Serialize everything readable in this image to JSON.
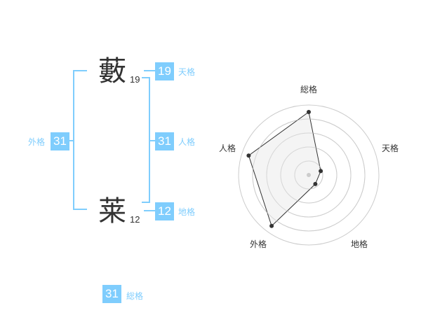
{
  "name": {
    "surname_char": "藪",
    "surname_strokes": "19",
    "given_char": "莱",
    "given_strokes": "12"
  },
  "fortunes": {
    "tenkaku": {
      "value": "19",
      "label": "天格"
    },
    "jinkaku": {
      "value": "31",
      "label": "人格"
    },
    "chikaku": {
      "value": "12",
      "label": "地格"
    },
    "gaikaku": {
      "value": "31",
      "label": "外格"
    },
    "soukaku": {
      "value": "31",
      "label": "総格"
    }
  },
  "colors": {
    "accent": "#7fcdfd",
    "text": "#333333",
    "grid": "#cccccc",
    "radar_fill": "#f0f0f0"
  },
  "chart_data": {
    "type": "radar",
    "axes": [
      "総格",
      "天格",
      "地格",
      "外格",
      "人格"
    ],
    "series": [
      {
        "values": [
          4.5,
          0.9,
          0.8,
          4.5,
          4.5
        ]
      }
    ],
    "rings": 5,
    "rmax": 5
  }
}
